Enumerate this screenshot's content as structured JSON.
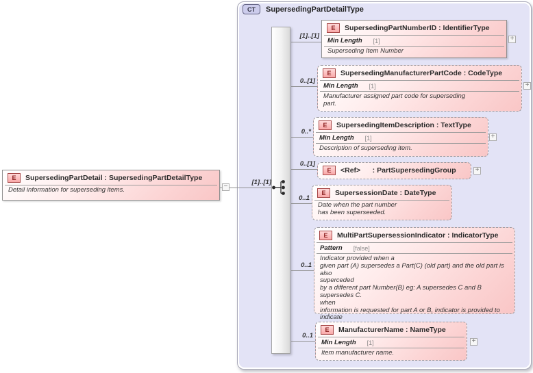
{
  "palette": {
    "container_fill": "#e3e3f6",
    "container_border": "#a9a9b9",
    "box_fill_start": "#ffffff",
    "box_fill_end": "#f9c6c6",
    "box_border": "#8f8f8f",
    "element_badge_fill": "#f9a8a8",
    "element_badge_border": "#a84848",
    "ct_badge_fill": "#ccccec",
    "line_color": "#8f8f8f"
  },
  "icons": {
    "plus": "+",
    "minus": "−",
    "element_badge": "E",
    "complex_type_badge": "CT",
    "compositor": "sequence"
  },
  "root_element": {
    "badge": "E",
    "title": "SupersedingPartDetail : SupersedingPartDetailType",
    "description": "Detail information for superseding items.",
    "cardinality": "[1]..[1]"
  },
  "complex_type": {
    "badge": "CT",
    "title": "SupersedingPartDetailType"
  },
  "children": [
    {
      "badge": "E",
      "title": "SupersedingPartNumberID : IdentifierType",
      "facet_label": "Min Length",
      "facet_value": "[1]",
      "description": "Superseding Item Number",
      "cardinality": "[1]..[1]",
      "presence": "required",
      "expandable": true
    },
    {
      "badge": "E",
      "title": "SupersedingManufacturerPartCode : CodeType",
      "facet_label": "Min Length",
      "facet_value": "[1]",
      "description": "Manufacturer assigned part code for superseding\npart.",
      "cardinality": "0..[1]",
      "presence": "optional",
      "expandable": true
    },
    {
      "badge": "E",
      "title": "SupersedingItemDescription : TextType",
      "facet_label": "Min Length",
      "facet_value": "[1]",
      "description": "Description of superseding item.",
      "cardinality": "0..*",
      "presence": "optional",
      "expandable": true
    },
    {
      "badge": "E",
      "title": "<Ref>      : PartSupersedingGroup",
      "cardinality": "0..[1]",
      "presence": "optional",
      "expandable": true
    },
    {
      "badge": "E",
      "title": "SupersessionDate : DateType",
      "description": "Date when the part number\nhas been superseeded.",
      "cardinality": "0..1",
      "presence": "optional",
      "expandable": false
    },
    {
      "badge": "E",
      "title": "MultiPartSupersessionIndicator : IndicatorType",
      "facet_label": "Pattern",
      "facet_value": "[false]",
      "description": "Indicator provided when a\ngiven part (A) supersedes a Part(C) (old part) and the old part is also\nsuperceded\nby a different part Number(B) eg: A supersedes C and B supersedes C.\nwhen\ninformation is requested for part A or B, indicator is provided to indicate\nthat C\nhas more than one part number superseding it.",
      "cardinality": "0..1",
      "presence": "optional",
      "expandable": false
    },
    {
      "badge": "E",
      "title": "ManufacturerName : NameType",
      "facet_label": "Min Length",
      "facet_value": "[1]",
      "description": "Item manufacturer name.",
      "cardinality": "0..1",
      "presence": "optional",
      "expandable": true
    }
  ]
}
